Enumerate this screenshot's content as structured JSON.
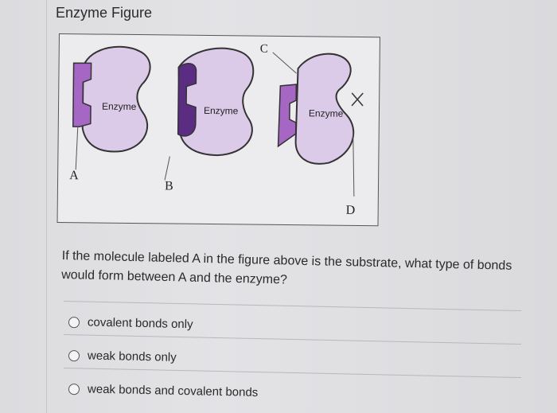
{
  "header": {
    "title": "Enzyme Figure"
  },
  "figure": {
    "enzyme_labels": [
      "Enzyme",
      "Enzyme",
      "Enzyme"
    ],
    "letters": {
      "a": "A",
      "b": "B",
      "c": "C",
      "d": "D"
    },
    "colors": {
      "enzyme_fill": "#dccbe8",
      "molecule_light": "#a667c4",
      "molecule_dark": "#5a2d82",
      "outline": "#333333"
    }
  },
  "question": {
    "text": "If the molecule labeled A in the figure above is the substrate, what type of bonds would form between A and the enzyme?"
  },
  "options": [
    {
      "label": "covalent bonds only"
    },
    {
      "label": "weak bonds only"
    },
    {
      "label": "weak bonds and covalent bonds"
    }
  ]
}
